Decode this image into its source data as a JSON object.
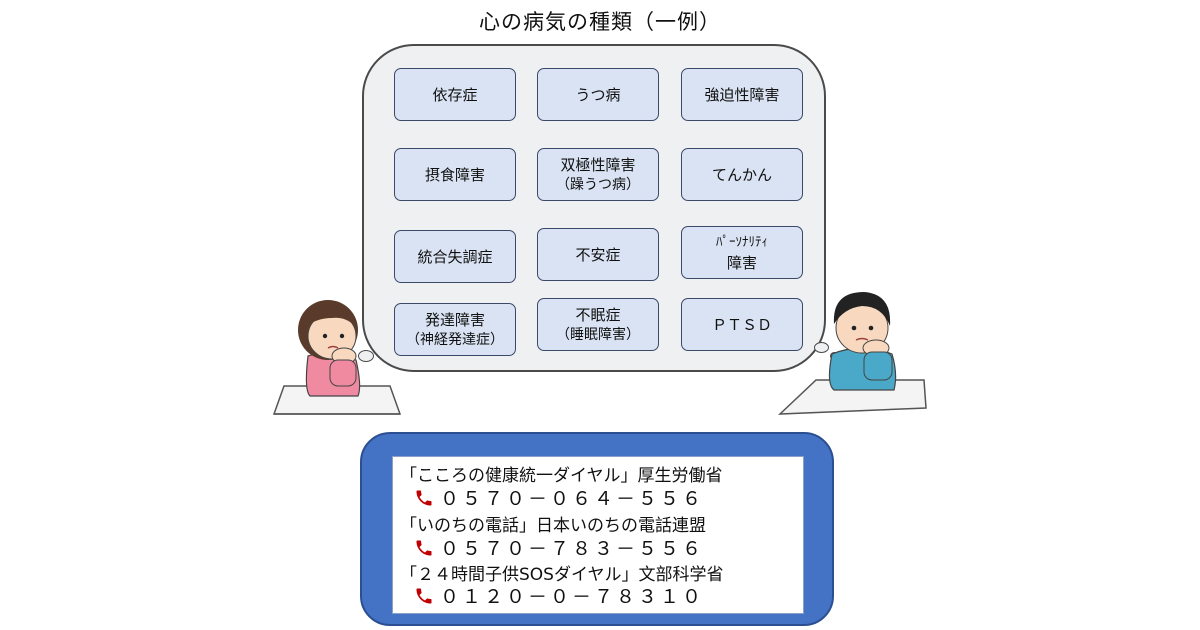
{
  "title": "心の病気の種類（一例）",
  "conditions": [
    {
      "line1": "依存症",
      "line2": ""
    },
    {
      "line1": "うつ病",
      "line2": ""
    },
    {
      "line1": "強迫性障害",
      "line2": ""
    },
    {
      "line1": "摂食障害",
      "line2": ""
    },
    {
      "line1": "双極性障害",
      "line2": "（躁うつ病）"
    },
    {
      "line1": "てんかん",
      "line2": ""
    },
    {
      "line1": "統合失調症",
      "line2": ""
    },
    {
      "line1": "不安症",
      "line2": ""
    },
    {
      "line1": "ﾊﾟｰｿﾅﾘﾃｨ",
      "line2": "障害"
    },
    {
      "line1": "発達障害",
      "line2": "（神経発達症）"
    },
    {
      "line1": "不眠症",
      "line2": "（睡眠障害）"
    },
    {
      "line1": "ＰＴＳＤ",
      "line2": ""
    }
  ],
  "hotlines": [
    {
      "name": "「こころの健康統一ダイヤル」厚生労働省",
      "phone": "０５７０－０６４－５５６"
    },
    {
      "name": "「いのちの電話」日本いのちの電話連盟",
      "phone": "０５７０－７８３－５５６"
    },
    {
      "name": "「２４時間子供SOSダイヤル」文部科学省",
      "phone": "０１２０－０－７８３１０"
    }
  ],
  "colors": {
    "cell_fill": "#d9e3f3",
    "panel": "#4472c4",
    "phone_icon": "#c00000"
  },
  "icons": {
    "phone": "phone-icon"
  }
}
